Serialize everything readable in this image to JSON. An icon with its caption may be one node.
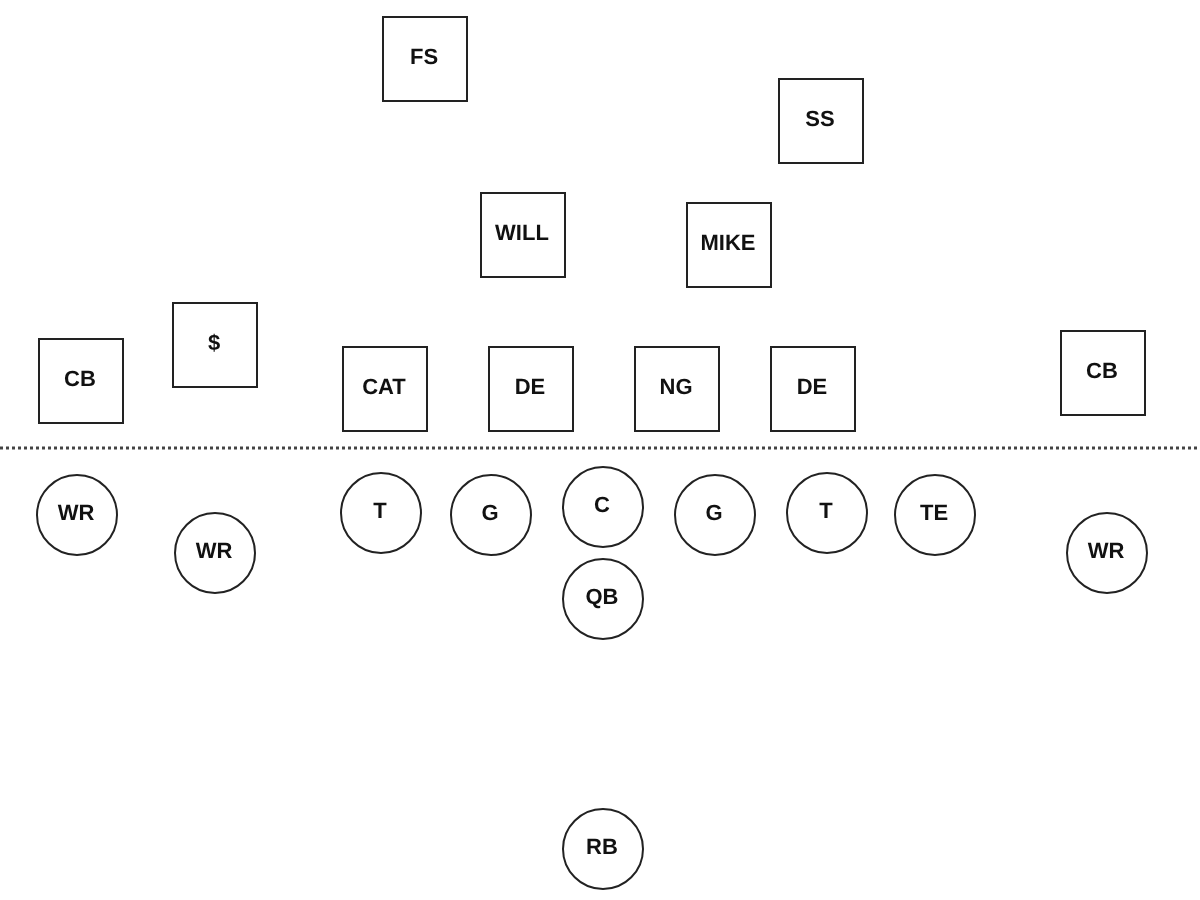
{
  "diagram": {
    "nodes": [
      {
        "text": [
          "FS"
        ]
      },
      {
        "text": [
          "SS"
        ]
      },
      {
        "text": [
          "WILL"
        ]
      },
      {
        "text": [
          "MIKE"
        ]
      },
      {
        "text": [
          "$"
        ]
      },
      {
        "text": [
          "CB"
        ]
      },
      {
        "text": [
          "CAT"
        ]
      },
      {
        "text": [
          "DE"
        ]
      },
      {
        "text": [
          "NG"
        ]
      },
      {
        "text": [
          "DE"
        ]
      },
      {
        "text": [
          "CB"
        ]
      },
      {
        "text": [
          "WR"
        ]
      },
      {
        "text": [
          "WR"
        ]
      },
      {
        "text": [
          "T"
        ]
      },
      {
        "text": [
          "G"
        ]
      },
      {
        "text": [
          "C"
        ]
      },
      {
        "text": [
          "G"
        ]
      },
      {
        "text": [
          "T"
        ]
      },
      {
        "text": [
          "TE"
        ]
      },
      {
        "text": [
          "WR"
        ]
      },
      {
        "text": [
          "QB"
        ]
      },
      {
        "text": [
          "RB"
        ]
      }
    ]
  }
}
